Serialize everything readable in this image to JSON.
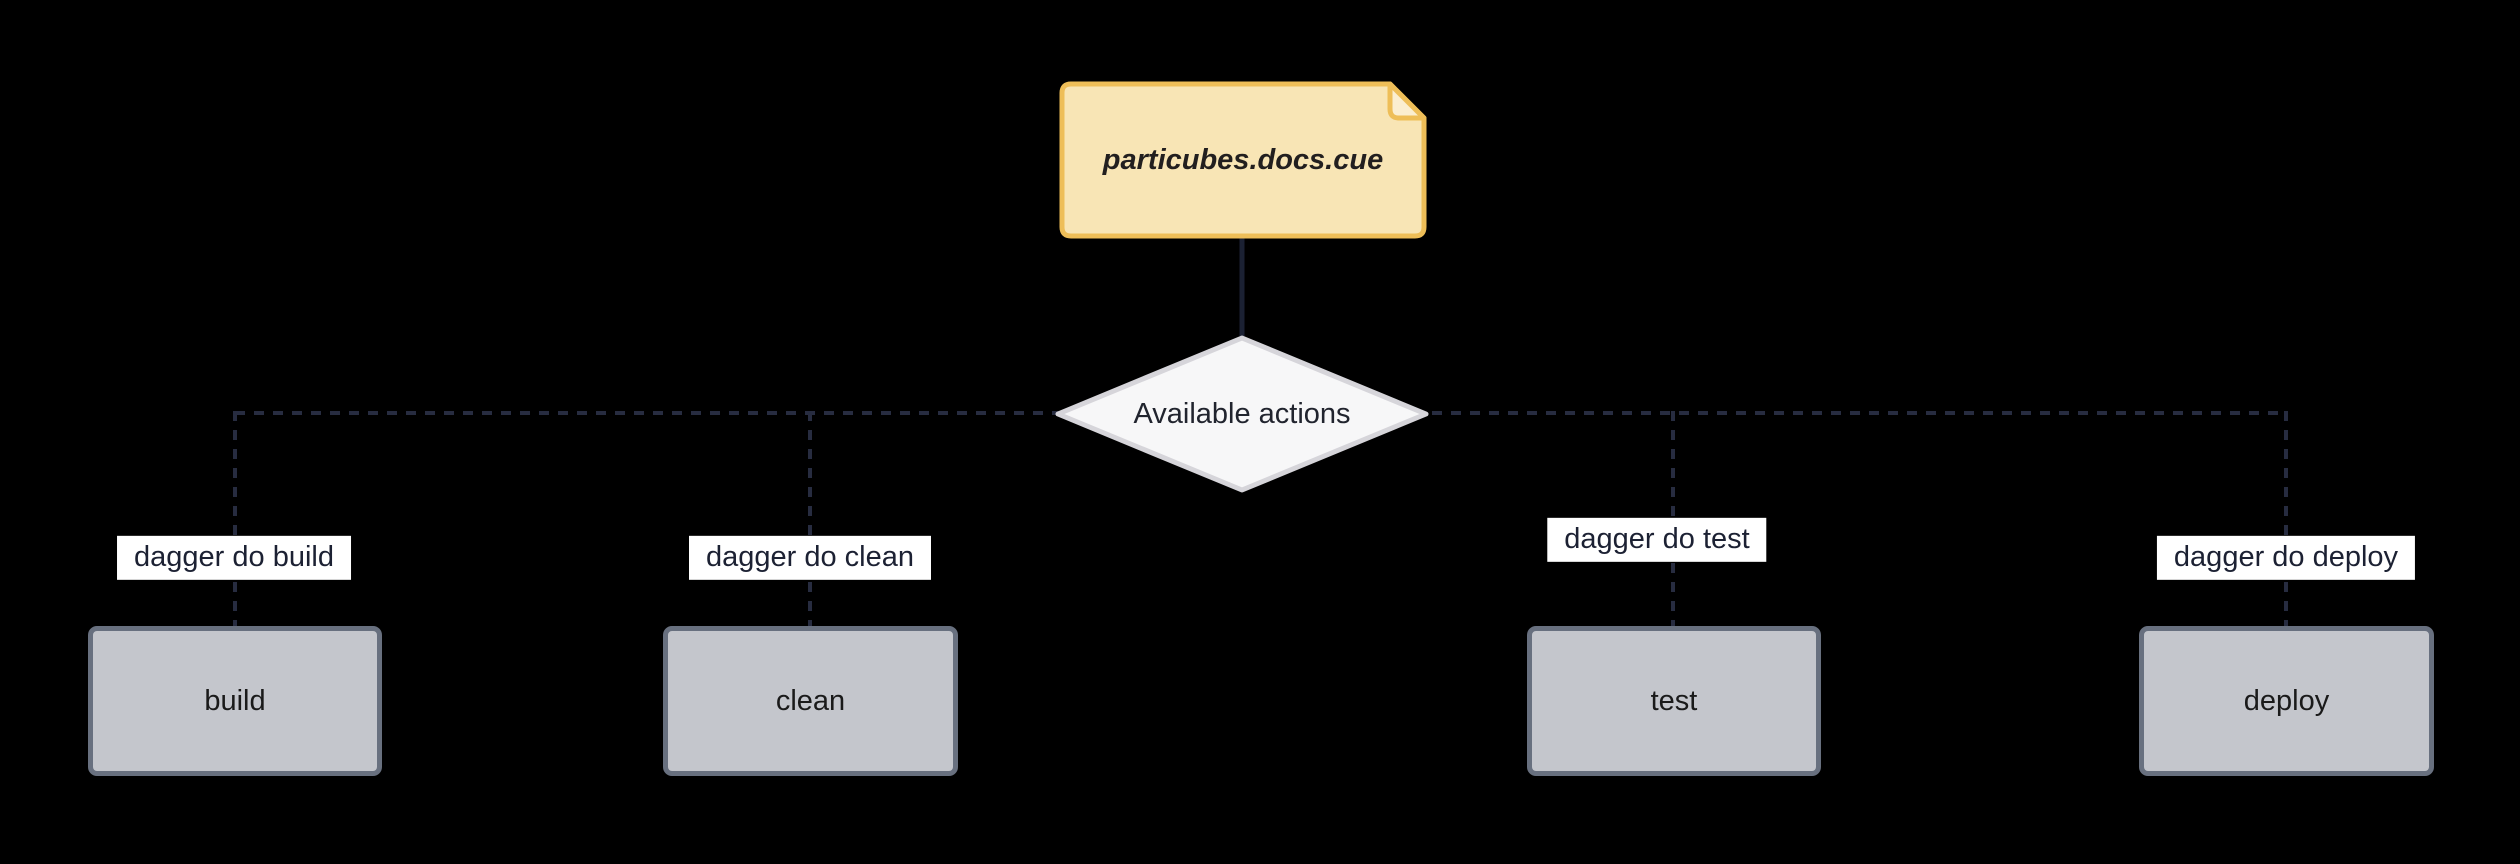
{
  "diagram": {
    "type": "flowchart",
    "background_color": "#000000",
    "source_node": {
      "label": "particubes.docs.cue",
      "shape": "document-with-folded-corner",
      "fill": "#f8e5b5",
      "fold_fill": "#fbeed0",
      "border_color": "#eebe58",
      "text_color": "#221f1f"
    },
    "decision_node": {
      "label": "Available actions",
      "shape": "diamond",
      "fill": "#f7f7f8",
      "border_color": "#d6d5da",
      "text_color": "#21242e"
    },
    "edges": [
      {
        "label": "dagger do build",
        "from": "Available actions",
        "to": "build",
        "style": "dashed"
      },
      {
        "label": "dagger do clean",
        "from": "Available actions",
        "to": "clean",
        "style": "dashed"
      },
      {
        "label": "dagger do test",
        "from": "Available actions",
        "to": "test",
        "style": "dashed"
      },
      {
        "label": "dagger do deploy",
        "from": "Available actions",
        "to": "deploy",
        "style": "dashed"
      }
    ],
    "action_nodes": [
      {
        "label": "build"
      },
      {
        "label": "clean"
      },
      {
        "label": "test"
      },
      {
        "label": "deploy"
      }
    ],
    "colors": {
      "dashed_edge": "#272c40",
      "solid_connector": "#1b2133",
      "edge_label_bg": "#ffffff",
      "edge_label_text": "#1c2133",
      "action_fill": "#c4c6cc",
      "action_border": "#68707f",
      "action_text": "#1a1a1a"
    }
  }
}
